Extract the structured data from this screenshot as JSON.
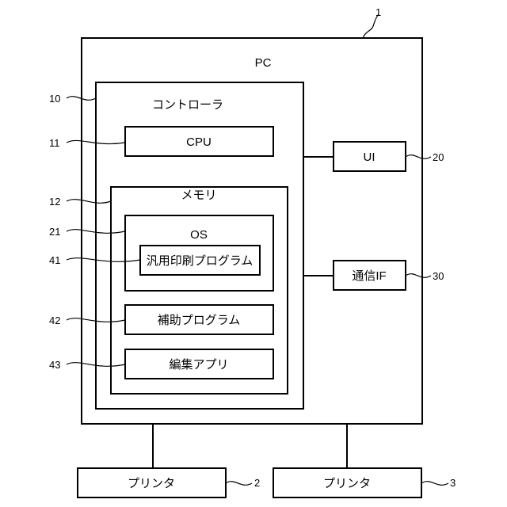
{
  "pc": {
    "label": "PC",
    "ref": "1"
  },
  "controller": {
    "label": "コントローラ",
    "ref": "10"
  },
  "cpu": {
    "label": "CPU",
    "ref": "11"
  },
  "memory": {
    "label": "メモリ",
    "ref": "12"
  },
  "os": {
    "label": "OS",
    "ref": "21"
  },
  "generic_print_program": {
    "label": "汎用印刷プログラム",
    "ref": "41"
  },
  "auxiliary_program": {
    "label": "補助プログラム",
    "ref": "42"
  },
  "editing_app": {
    "label": "編集アプリ",
    "ref": "43"
  },
  "ui": {
    "label": "UI",
    "ref": "20"
  },
  "comm_if": {
    "label": "通信IF",
    "ref": "30"
  },
  "printer_left": {
    "label": "プリンタ",
    "ref": "2"
  },
  "printer_right": {
    "label": "プリンタ",
    "ref": "3"
  }
}
